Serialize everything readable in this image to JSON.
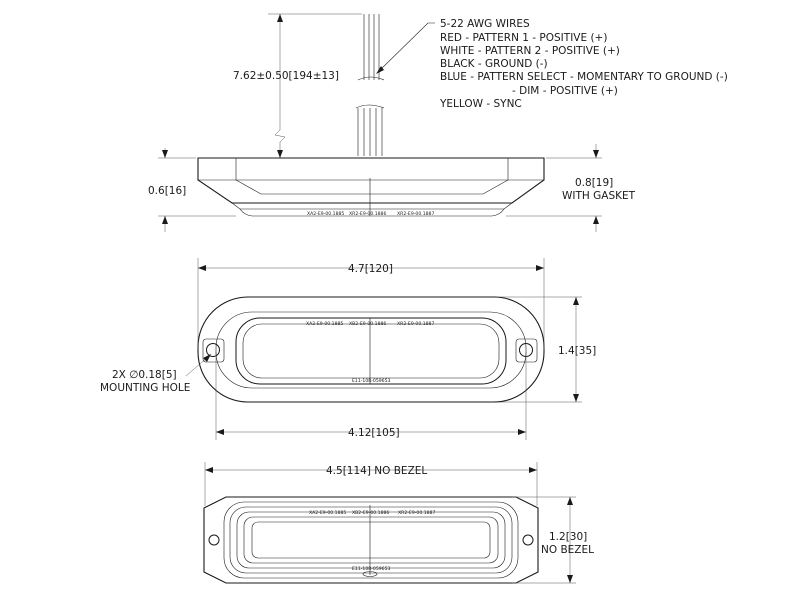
{
  "side_view": {
    "wire_length_dim": "7.62±0.50[194±13]",
    "height_dim": "0.6[16]",
    "gasket_height_dim": "0.8[19]",
    "gasket_note": "WITH GASKET",
    "part_codes": [
      "XA2-E9-00.1885",
      "XR2-E9-00.1886",
      "XR2-E9-00.1887"
    ]
  },
  "wire_legend": {
    "title": "5-22 AWG WIRES",
    "lines": [
      "RED - PATTERN 1 - POSITIVE (+)",
      "WHITE - PATTERN 2 - POSITIVE (+)",
      "BLACK - GROUND (-)",
      "BLUE - PATTERN SELECT - MOMENTARY TO GROUND (-)",
      "- DIM - POSITIVE (+)",
      "YELLOW - SYNC"
    ]
  },
  "top_view": {
    "width_dim": "4.7[120]",
    "height_dim": "1.4[35]",
    "hole_spacing_dim": "4.12[105]",
    "hole_note_line1": "2X ∅0.18[5]",
    "hole_note_line2": "MOUNTING HOLE",
    "part_codes": [
      "XA2-E9-00.1885",
      "XB2-E9-00.1886",
      "XR2-E9-00.1887"
    ],
    "serial": "E11-10R-059653"
  },
  "bottom_view": {
    "width_dim": "4.5[114] NO BEZEL",
    "height_dim_line1": "1.2[30]",
    "height_dim_line2": "NO BEZEL",
    "part_codes": [
      "XA2-E9-00.1885",
      "XB2-E9-00.1886",
      "XR2-E9-00.1887"
    ],
    "serial": "E11-10R-059653"
  }
}
